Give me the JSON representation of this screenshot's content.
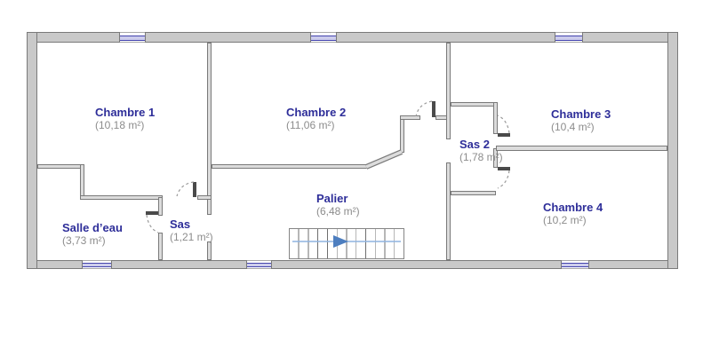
{
  "rooms": {
    "chambre1": {
      "name": "Chambre 1",
      "area": "(10,18 m²)"
    },
    "chambre2": {
      "name": "Chambre 2",
      "area": "(11,06 m²)"
    },
    "chambre3": {
      "name": "Chambre 3",
      "area": "(10,4 m²)"
    },
    "sas2": {
      "name": "Sas 2",
      "area": "(1,78 m²)"
    },
    "chambre4": {
      "name": "Chambre 4",
      "area": "(10,2 m²)"
    },
    "salle_deau": {
      "name": "Salle d’eau",
      "area": "(3,73 m²)"
    },
    "sas": {
      "name": "Sas",
      "area": "(1,21 m²)"
    },
    "palier": {
      "name": "Palier",
      "area": "(6,48 m²)"
    }
  },
  "stairs": {
    "tread_count": 12,
    "arrow_direction": "right"
  },
  "colors": {
    "room_name": "#2e2e99",
    "room_area": "#8c8c8c",
    "wall_fill": "#c9c9c9",
    "wall_edge": "#7a7a7a",
    "interior_wall_fill": "#dcdcdc",
    "window_line": "#4343ad",
    "window_fill": "#ccccec",
    "stair_arrow": "#4d7ebf",
    "stair_arrow_line": "#8fb3e0",
    "stair_tread": "#6f6f6f",
    "background": "#ffffff"
  }
}
